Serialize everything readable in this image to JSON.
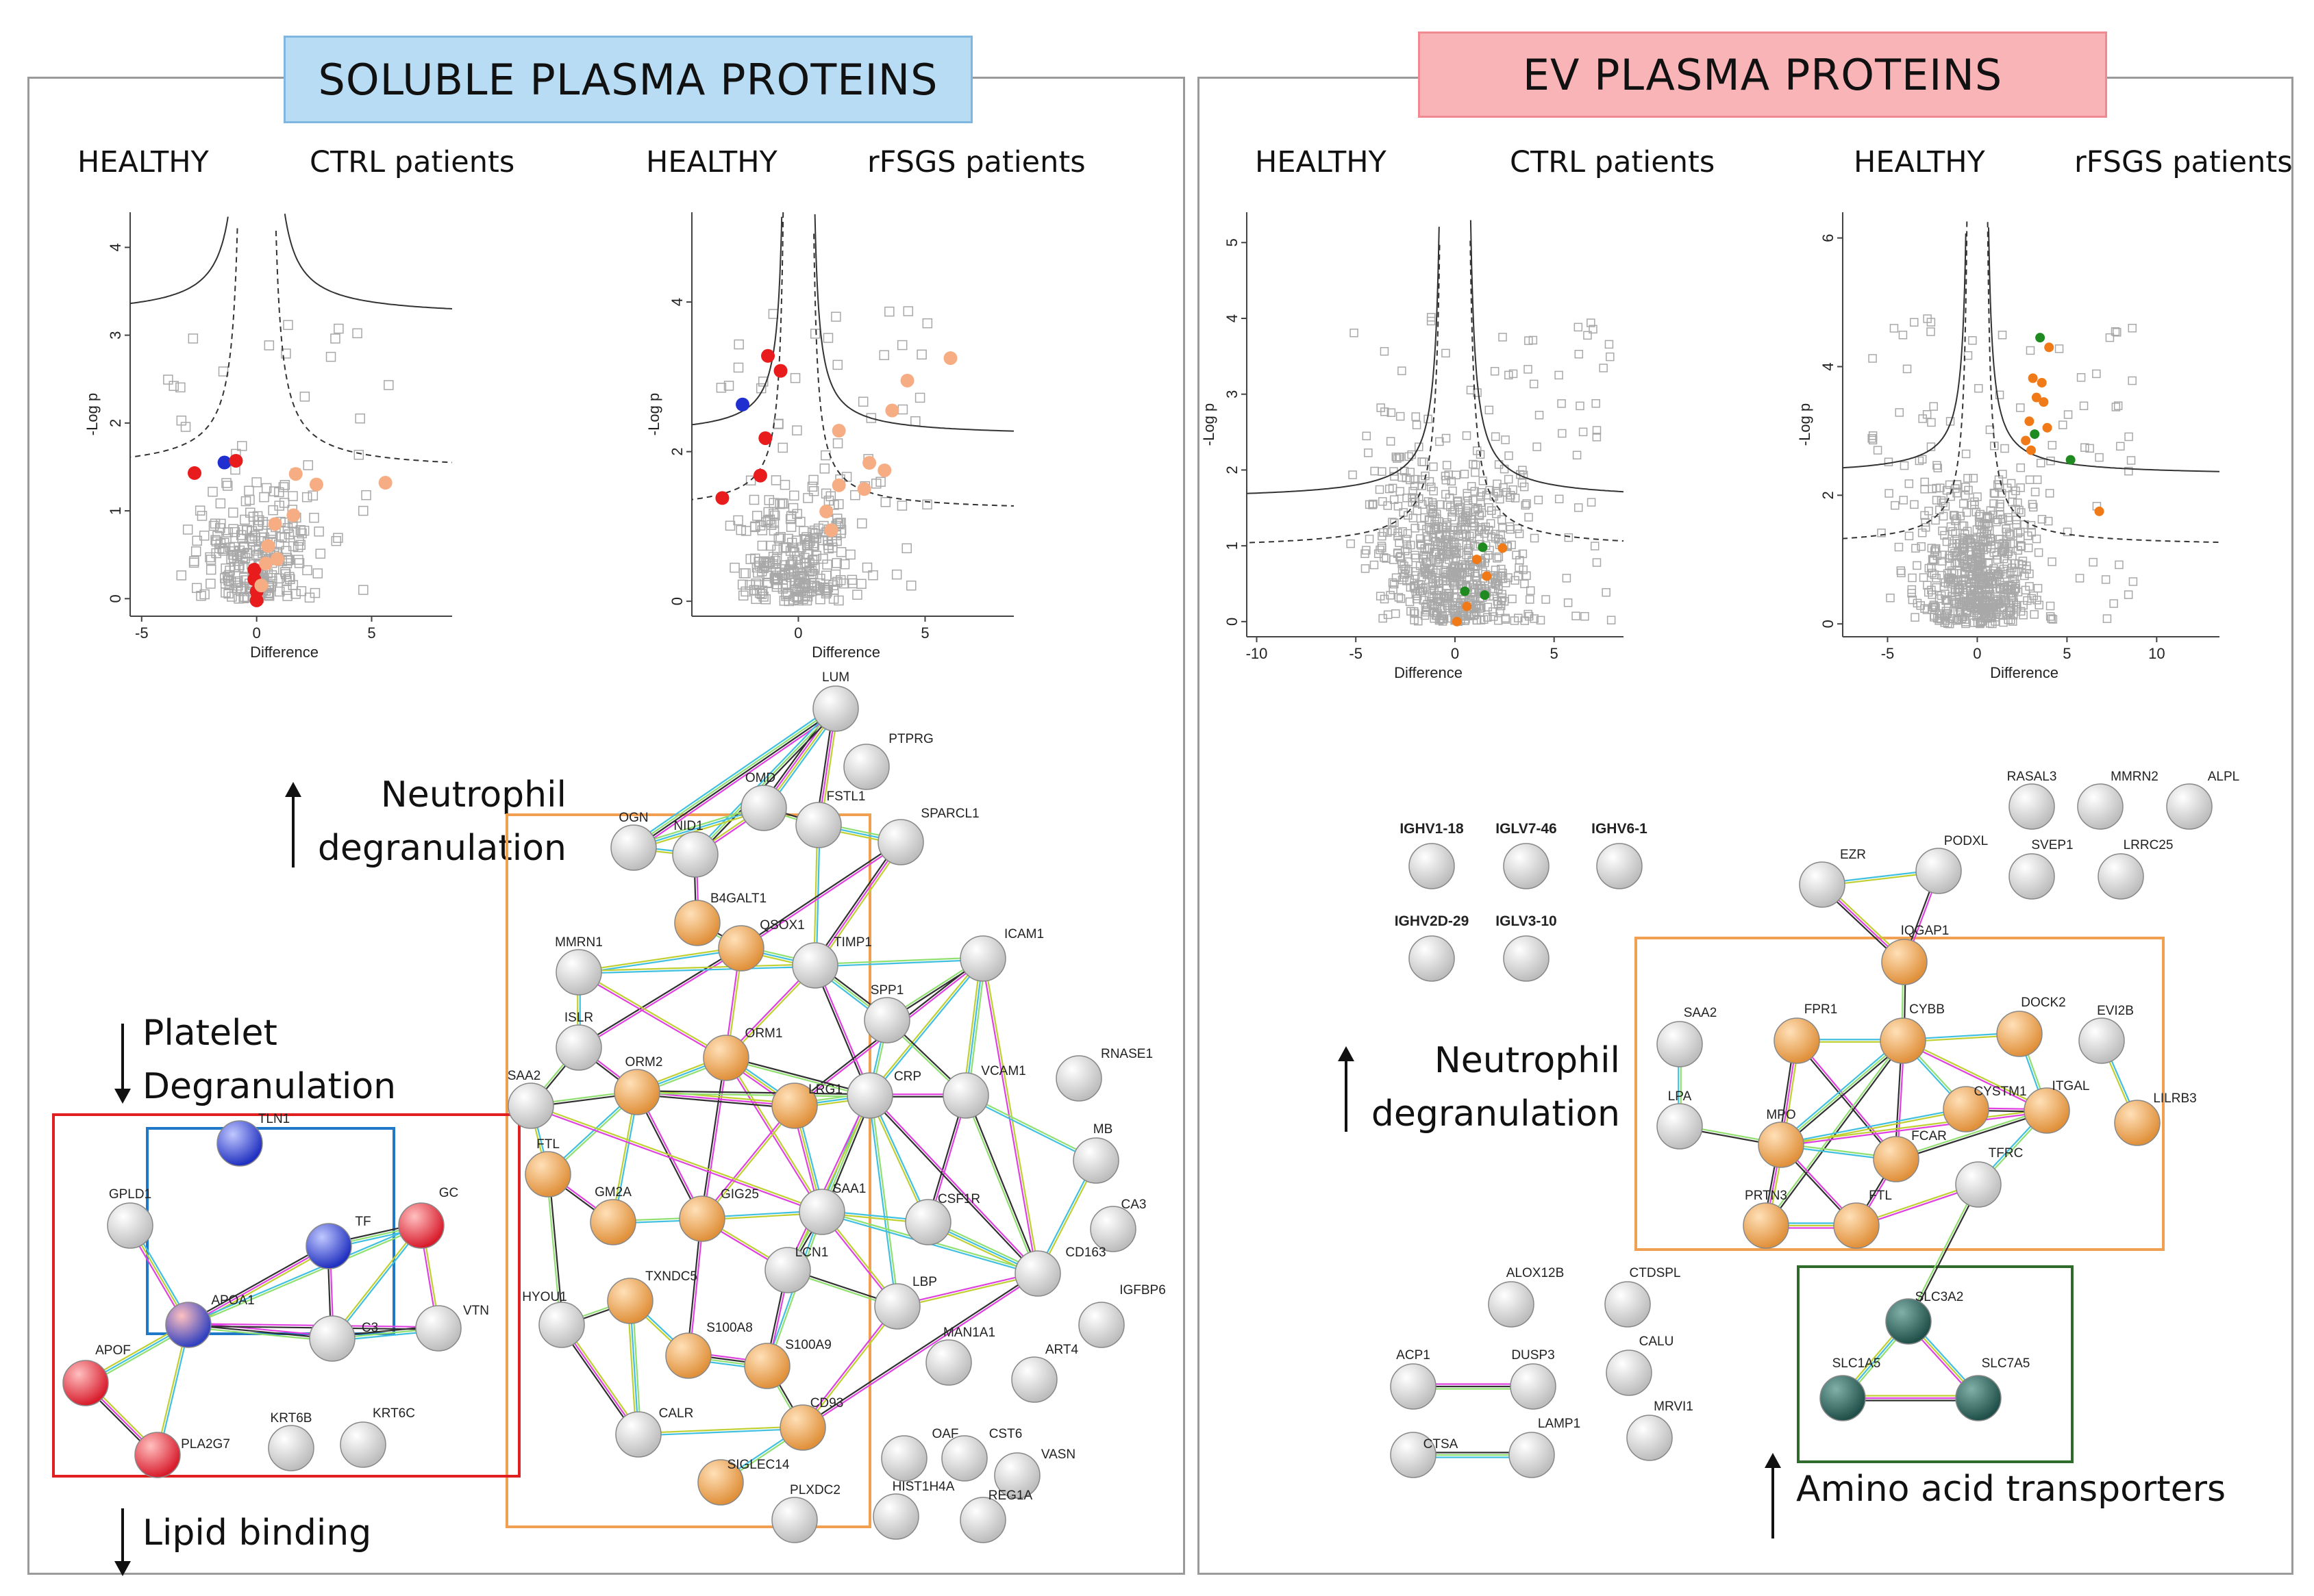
{
  "left_panel": {
    "banner": "SOLUBLE PLASMA PROTEINS",
    "plot1": {
      "left_label": "HEALTHY",
      "right_label": "CTRL patients"
    },
    "plot2": {
      "left_label": "HEALTHY",
      "right_label": "rFSGS patients"
    },
    "annotations": {
      "neutrophil": [
        "Neutrophil",
        "degranulation"
      ],
      "platelet": [
        "Platelet",
        "Degranulation"
      ],
      "lipid": "Lipid binding"
    }
  },
  "right_panel": {
    "banner": "EV PLASMA PROTEINS",
    "plot3": {
      "left_label": "HEALTHY",
      "right_label": "CTRL patients"
    },
    "plot4": {
      "left_label": "HEALTHY",
      "right_label": "rFSGS patients"
    },
    "annotations": {
      "neutrophil": [
        "Neutrophil",
        "degranulation"
      ],
      "amino": "Amino acid transporters"
    }
  },
  "axes": {
    "xlabel": "Difference",
    "ylabel": "-Log p"
  },
  "colors": {
    "soluble_banner": "#b8dcf4",
    "ev_banner": "#f9b4b8",
    "neutrophil_box": "#f0a050",
    "platelet_box": "#e02020",
    "lipid_box": "#1f78c8",
    "amino_box": "#2f6b2a",
    "up_orange": "#f7ad84",
    "down_red": "#e81c1c",
    "down_blue": "#1f2fd0",
    "ev_orange": "#f07a18",
    "ev_green": "#1f8a1f"
  },
  "chart_data": [
    {
      "type": "scatter",
      "title": "HEALTHY vs CTRL patients (soluble)",
      "xlabel": "Difference",
      "ylabel": "-Log p",
      "xlim": [
        -5.5,
        8.5
      ],
      "ylim": [
        -0.2,
        4.4
      ],
      "xticks": [
        -5,
        0,
        5
      ],
      "yticks": [
        0,
        1,
        2,
        3,
        4
      ],
      "highlighted": [
        {
          "x": -2.7,
          "y": 1.43,
          "group": "red"
        },
        {
          "x": -1.4,
          "y": 1.55,
          "group": "blue"
        },
        {
          "x": -0.9,
          "y": 1.57,
          "group": "red"
        },
        {
          "x": -0.1,
          "y": 0.33,
          "group": "red"
        },
        {
          "x": -0.1,
          "y": 0.22,
          "group": "red"
        },
        {
          "x": 0.0,
          "y": 0.08,
          "group": "red"
        },
        {
          "x": 0.0,
          "y": -0.02,
          "group": "red"
        },
        {
          "x": 1.7,
          "y": 1.42,
          "group": "orange"
        },
        {
          "x": 2.6,
          "y": 1.3,
          "group": "orange"
        },
        {
          "x": 5.6,
          "y": 1.32,
          "group": "orange"
        },
        {
          "x": 1.6,
          "y": 0.95,
          "group": "orange"
        },
        {
          "x": 0.8,
          "y": 0.85,
          "group": "orange"
        },
        {
          "x": 0.5,
          "y": 0.6,
          "group": "orange"
        },
        {
          "x": 0.4,
          "y": 0.4,
          "group": "orange"
        },
        {
          "x": 0.9,
          "y": 0.45,
          "group": "orange"
        },
        {
          "x": 0.2,
          "y": 0.15,
          "group": "orange"
        }
      ]
    },
    {
      "type": "scatter",
      "title": "HEALTHY vs rFSGS patients (soluble)",
      "xlabel": "Difference",
      "ylabel": "-Log p",
      "xlim": [
        -4.2,
        8.5
      ],
      "ylim": [
        -0.2,
        5.2
      ],
      "xticks": [
        0,
        5
      ],
      "yticks": [
        0,
        2,
        4
      ],
      "highlighted": [
        {
          "x": -1.2,
          "y": 3.28,
          "group": "red"
        },
        {
          "x": -0.7,
          "y": 3.08,
          "group": "red"
        },
        {
          "x": -2.2,
          "y": 2.63,
          "group": "blue"
        },
        {
          "x": -1.3,
          "y": 2.18,
          "group": "red"
        },
        {
          "x": -1.5,
          "y": 1.68,
          "group": "red"
        },
        {
          "x": -3.0,
          "y": 1.38,
          "group": "red"
        },
        {
          "x": 6.0,
          "y": 3.25,
          "group": "orange"
        },
        {
          "x": 4.3,
          "y": 2.95,
          "group": "orange"
        },
        {
          "x": 3.7,
          "y": 2.55,
          "group": "orange"
        },
        {
          "x": 1.6,
          "y": 2.28,
          "group": "orange"
        },
        {
          "x": 2.8,
          "y": 1.85,
          "group": "orange"
        },
        {
          "x": 3.4,
          "y": 1.75,
          "group": "orange"
        },
        {
          "x": 1.6,
          "y": 1.55,
          "group": "orange"
        },
        {
          "x": 2.6,
          "y": 1.5,
          "group": "orange"
        },
        {
          "x": 1.1,
          "y": 1.2,
          "group": "orange"
        },
        {
          "x": 1.3,
          "y": 0.95,
          "group": "orange"
        }
      ]
    },
    {
      "type": "scatter",
      "title": "HEALTHY vs CTRL patients (EV)",
      "xlabel": "Difference",
      "ylabel": "-Log p",
      "xlim": [
        -10.5,
        8.5
      ],
      "ylim": [
        -0.2,
        5.4
      ],
      "xticks": [
        -10,
        -5,
        0,
        5
      ],
      "yticks": [
        0,
        1,
        2,
        3,
        4,
        5
      ],
      "highlighted": [
        {
          "x": 1.4,
          "y": 0.98,
          "group": "green"
        },
        {
          "x": 2.4,
          "y": 0.97,
          "group": "orange"
        },
        {
          "x": 1.1,
          "y": 0.82,
          "group": "orange"
        },
        {
          "x": 1.6,
          "y": 0.6,
          "group": "orange"
        },
        {
          "x": 0.5,
          "y": 0.4,
          "group": "green"
        },
        {
          "x": 1.5,
          "y": 0.35,
          "group": "green"
        },
        {
          "x": 0.6,
          "y": 0.2,
          "group": "orange"
        },
        {
          "x": 0.1,
          "y": 0.0,
          "group": "orange"
        }
      ]
    },
    {
      "type": "scatter",
      "title": "HEALTHY vs rFSGS patients (EV)",
      "xlabel": "Difference",
      "ylabel": "-Log p",
      "xlim": [
        -7.5,
        13.5
      ],
      "ylim": [
        -0.2,
        6.4
      ],
      "xticks": [
        -5,
        0,
        5,
        10
      ],
      "yticks": [
        0,
        2,
        4,
        6
      ],
      "highlighted": [
        {
          "x": 3.5,
          "y": 4.45,
          "group": "green"
        },
        {
          "x": 4.0,
          "y": 4.3,
          "group": "orange"
        },
        {
          "x": 3.1,
          "y": 3.82,
          "group": "orange"
        },
        {
          "x": 3.6,
          "y": 3.75,
          "group": "orange"
        },
        {
          "x": 3.3,
          "y": 3.52,
          "group": "orange"
        },
        {
          "x": 3.7,
          "y": 3.45,
          "group": "orange"
        },
        {
          "x": 2.9,
          "y": 3.15,
          "group": "orange"
        },
        {
          "x": 3.9,
          "y": 3.05,
          "group": "orange"
        },
        {
          "x": 3.2,
          "y": 2.95,
          "group": "green"
        },
        {
          "x": 2.7,
          "y": 2.85,
          "group": "orange"
        },
        {
          "x": 3.0,
          "y": 2.7,
          "group": "orange"
        },
        {
          "x": 5.2,
          "y": 2.55,
          "group": "green"
        },
        {
          "x": 6.8,
          "y": 1.75,
          "group": "orange"
        }
      ]
    }
  ],
  "networks": {
    "neutrophil_sol": [
      "LUM",
      "PTPRG",
      "OMD",
      "FSTL1",
      "SPARCL1",
      "OGN",
      "NID1",
      "B4GALT1",
      "QSOX1",
      "TIMP1",
      "MMRN1",
      "ICAM1",
      "SPP1",
      "ISLR",
      "ORM1",
      "LRG1",
      "CRP",
      "VCAM1",
      "RNASE1",
      "SAA2",
      "ORM2",
      "MB",
      "FTL",
      "GM2A",
      "GIG25",
      "SAA1",
      "CSF1R",
      "CA3",
      "LCN1",
      "CD163",
      "TXNDC5",
      "LBP",
      "IGFBP6",
      "HYOU1",
      "S100A8",
      "S100A9",
      "MAN1A1",
      "ART4",
      "CALR",
      "CD93",
      "OAF",
      "CST6",
      "VASN",
      "SIGLEC14",
      "PLXDC2",
      "HIST1H4A",
      "REG1A"
    ],
    "platelet": [
      "TLN1",
      "GPLD1",
      "TF",
      "GC",
      "APOA1",
      "C3",
      "VTN",
      "APOF",
      "PLA2G7",
      "KRT6B",
      "KRT6C"
    ],
    "ev_isolated": [
      "IGHV1-18",
      "IGLV7-46",
      "IGHV6-1",
      "IGHV2D-29",
      "IGLV3-10"
    ],
    "ev_network": [
      "RASAL3",
      "MMRN2",
      "ALPL",
      "SVEP1",
      "LRRC25",
      "EZR",
      "PODXL",
      "IQGAP1",
      "SAA2",
      "FPR1",
      "CYBB",
      "DOCK2",
      "EVI2B",
      "LPA",
      "MPO",
      "CYSTM1",
      "ITGAL",
      "LILRB3",
      "FCAR",
      "TFRC",
      "PRTN3",
      "FTL",
      "ALOX12B",
      "CTDSPL",
      "CALU",
      "ACP1",
      "DUSP3",
      "MRVI1",
      "CTSA",
      "LAMP1",
      "SLC3A2",
      "SLC1A5",
      "SLC7A5"
    ]
  }
}
